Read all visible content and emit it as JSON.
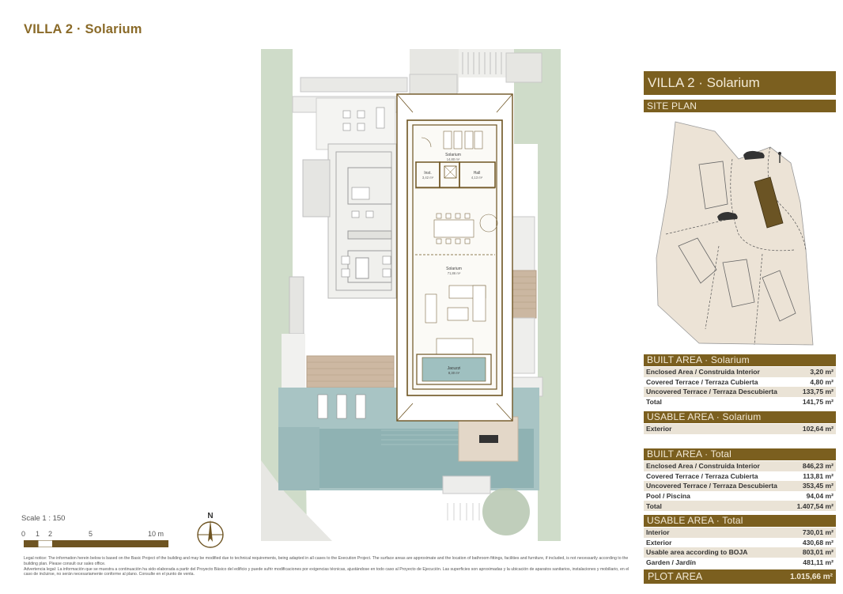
{
  "page_title": "VILLA 2 · Solarium",
  "plan": {
    "solarium_top_label": "Solarium",
    "solarium_top_area": "14,80 m²",
    "inst_label": "Inst.",
    "inst_area": "3,42 m²",
    "hall_label": "Hall",
    "hall_area": "4,13 m²",
    "solarium_main_label": "Solarium",
    "solarium_main_area": "71,86 m²",
    "jacuzzi_label": "Jacuzzi",
    "jacuzzi_area": "8,30 m²"
  },
  "panel": {
    "heading": "VILLA 2 · Solarium",
    "site_plan": "SITE PLAN",
    "built_solarium": {
      "title": "BUILT AREA · Solarium",
      "rows": [
        {
          "label": "Enclosed Area / Construida Interior",
          "value": "3,20 m²"
        },
        {
          "label": "Covered Terrace / Terraza Cubierta",
          "value": "4,80 m²"
        },
        {
          "label": "Uncovered Terrace / Terraza Descubierta",
          "value": "133,75 m²"
        },
        {
          "label": "Total",
          "value": "141,75 m²"
        }
      ]
    },
    "usable_solarium": {
      "title": "USABLE AREA · Solarium",
      "rows": [
        {
          "label": "Exterior",
          "value": "102,64 m²"
        }
      ]
    },
    "built_total": {
      "title": "BUILT AREA · Total",
      "rows": [
        {
          "label": "Enclosed Area / Construida Interior",
          "value": "846,23 m²"
        },
        {
          "label": "Covered Terrace / Terraza Cubierta",
          "value": "113,81 m²"
        },
        {
          "label": "Uncovered Terrace / Terraza Descubierta",
          "value": "353,45 m²"
        },
        {
          "label": "Pool / Piscina",
          "value": "94,04 m²"
        },
        {
          "label": "Total",
          "value": "1.407,54 m²"
        }
      ]
    },
    "usable_total": {
      "title": "USABLE AREA · Total",
      "rows": [
        {
          "label": "Interior",
          "value": "730,01 m²"
        },
        {
          "label": "Exterior",
          "value": "430,68 m²"
        },
        {
          "label": "Usable area according to BOJA",
          "value": "803,01 m²"
        },
        {
          "label": "Garden / Jardín",
          "value": "481,11 m²"
        }
      ]
    },
    "plot_area": {
      "label": "PLOT AREA",
      "value": "1.015,66 m²"
    }
  },
  "scale": {
    "label": "Scale 1 : 150",
    "ticks": [
      "0",
      "1",
      "2",
      "5",
      "10 m"
    ]
  },
  "north_label": "N",
  "legal": {
    "en": "Legal notice: The information herein below is based on the Basic Project of the building and may be modified due to technical requirements, being adapted in all cases to the Execution Project. The surface areas are approximate and the location of bathroom fittings, facilities and furniture, if included, is not necessarily according to the building plan. Please consult our sales office.",
    "es": "Advertencia legal: La información que se muestra a continuación ha sido elaborada a partir del Proyecto Básico del edificio y puede sufrir modificaciones por exigencias técnicas, ajustándose en todo caso al Proyecto de Ejecución. Las superficies son aproximadas y la ubicación de aparatos sanitarios, instalaciones y mobiliario, en el caso de incluirse, no serán necesariamente conforme al plano. Consulte en el punto de venta."
  },
  "colors": {
    "brand": "#7b5f1f",
    "title": "#8a6a28",
    "row_alt": "#eae3d6",
    "site_fill": "#ece3d6",
    "pool_water": "#8fb2b3",
    "garden": "#c7d7c0"
  }
}
